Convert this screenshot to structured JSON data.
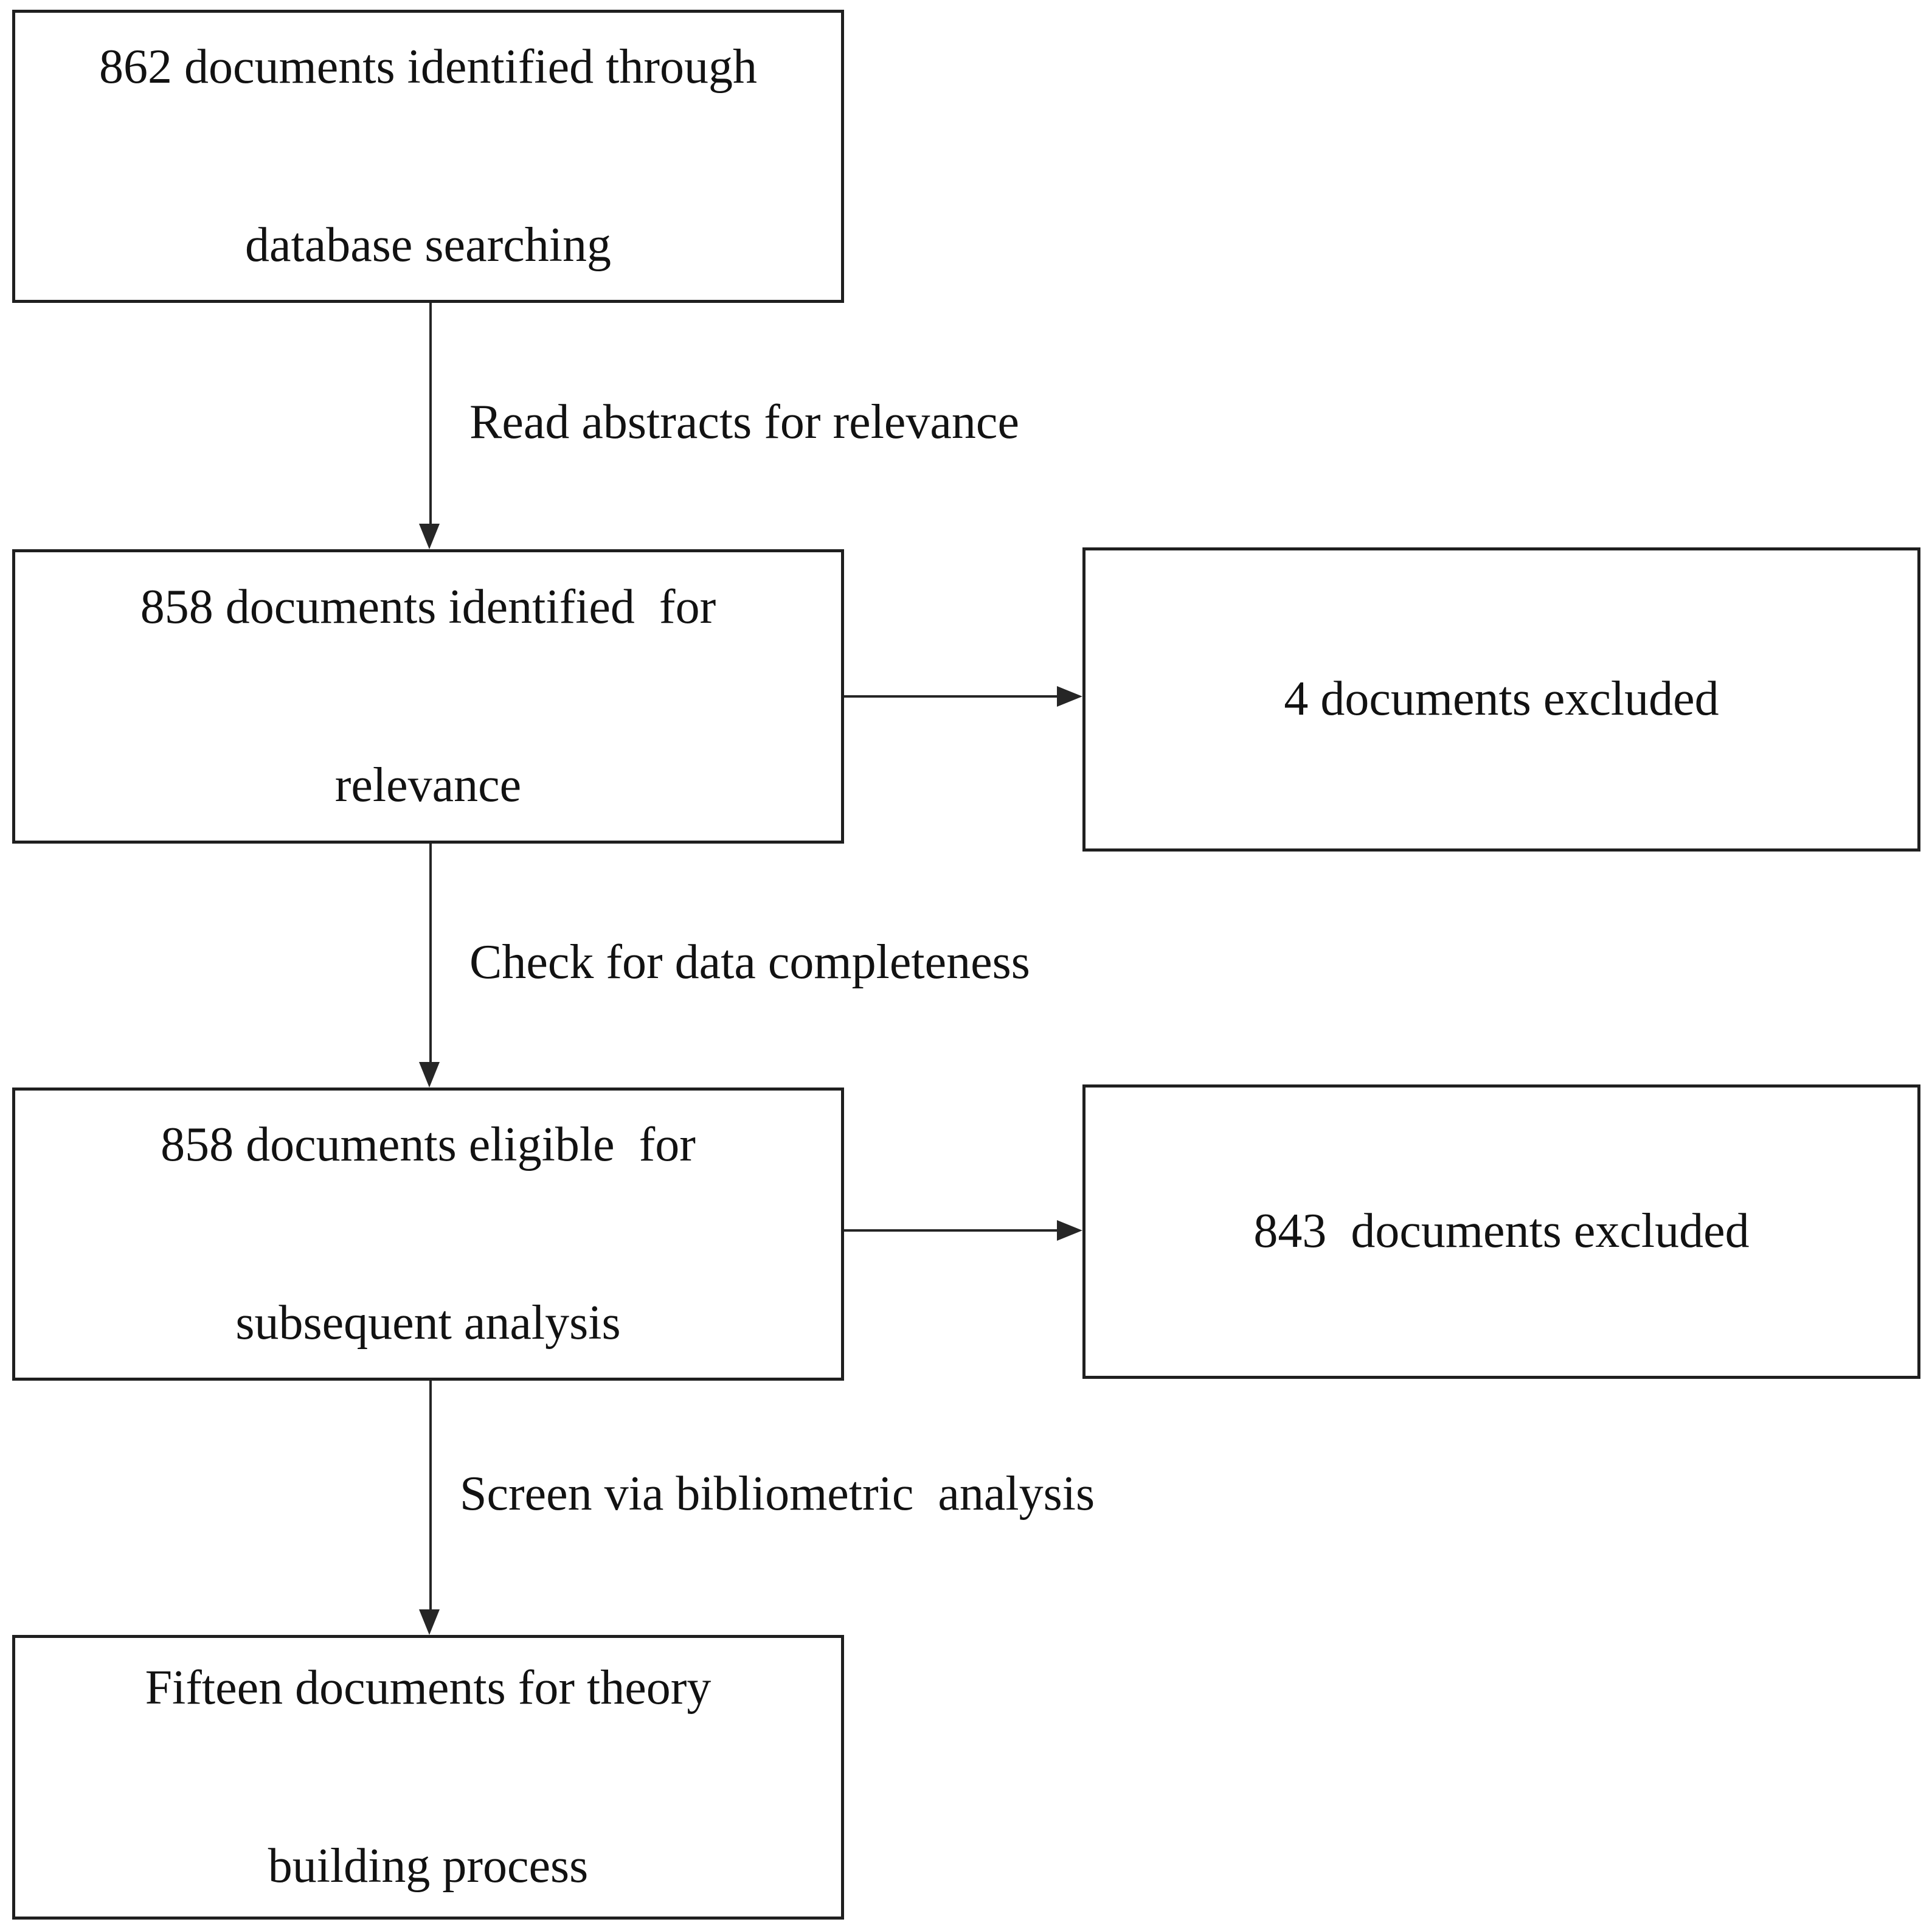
{
  "colors": {
    "background": "#ffffff",
    "box_border": "#1f1f1f",
    "arrow": "#262626",
    "text": "#121212"
  },
  "flow": {
    "box_identified": {
      "line1": "862 documents identified through",
      "line2": "database searching"
    },
    "edge1_label": "Read abstracts for relevance",
    "box_relevance": {
      "line1": "858 documents identified  for",
      "line2": "relevance"
    },
    "box_excluded_4": {
      "line1": "4 documents excluded"
    },
    "edge2_label": "Check for data completeness",
    "box_eligible": {
      "line1": "858 documents eligible  for",
      "line2": "subsequent analysis"
    },
    "box_excluded_843": {
      "line1": "843  documents excluded"
    },
    "edge3_label": "Screen via bibliometric  analysis",
    "box_theory": {
      "line1": "Fifteen documents for theory",
      "line2": "building process"
    }
  }
}
